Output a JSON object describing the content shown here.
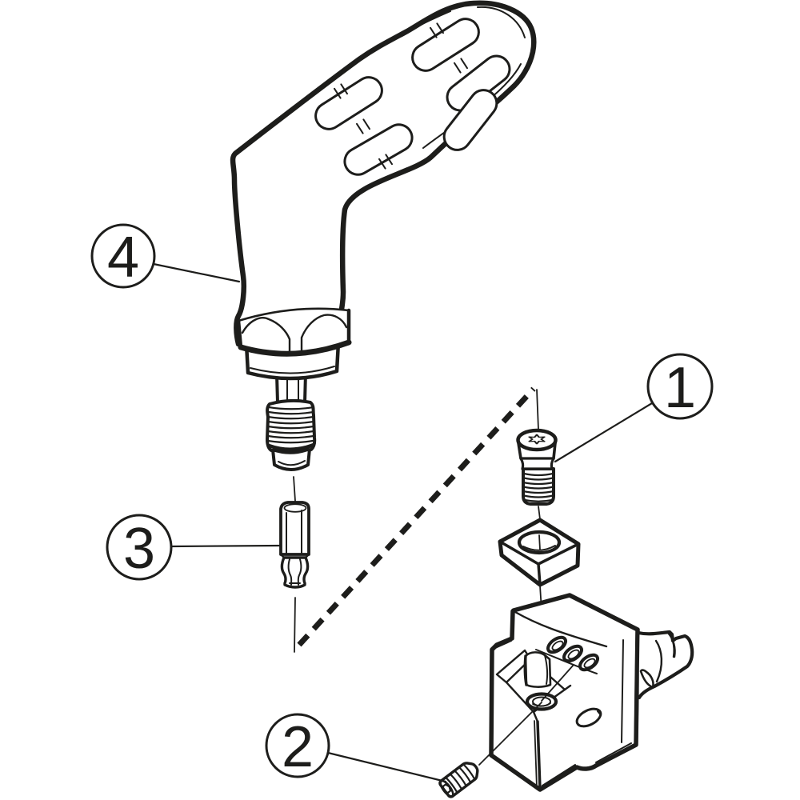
{
  "diagram": {
    "background_color": "#ffffff",
    "line_color": "#1d1d1b",
    "callouts": [
      {
        "number": "1"
      },
      {
        "number": "2"
      },
      {
        "number": "3"
      },
      {
        "number": "4"
      }
    ]
  }
}
